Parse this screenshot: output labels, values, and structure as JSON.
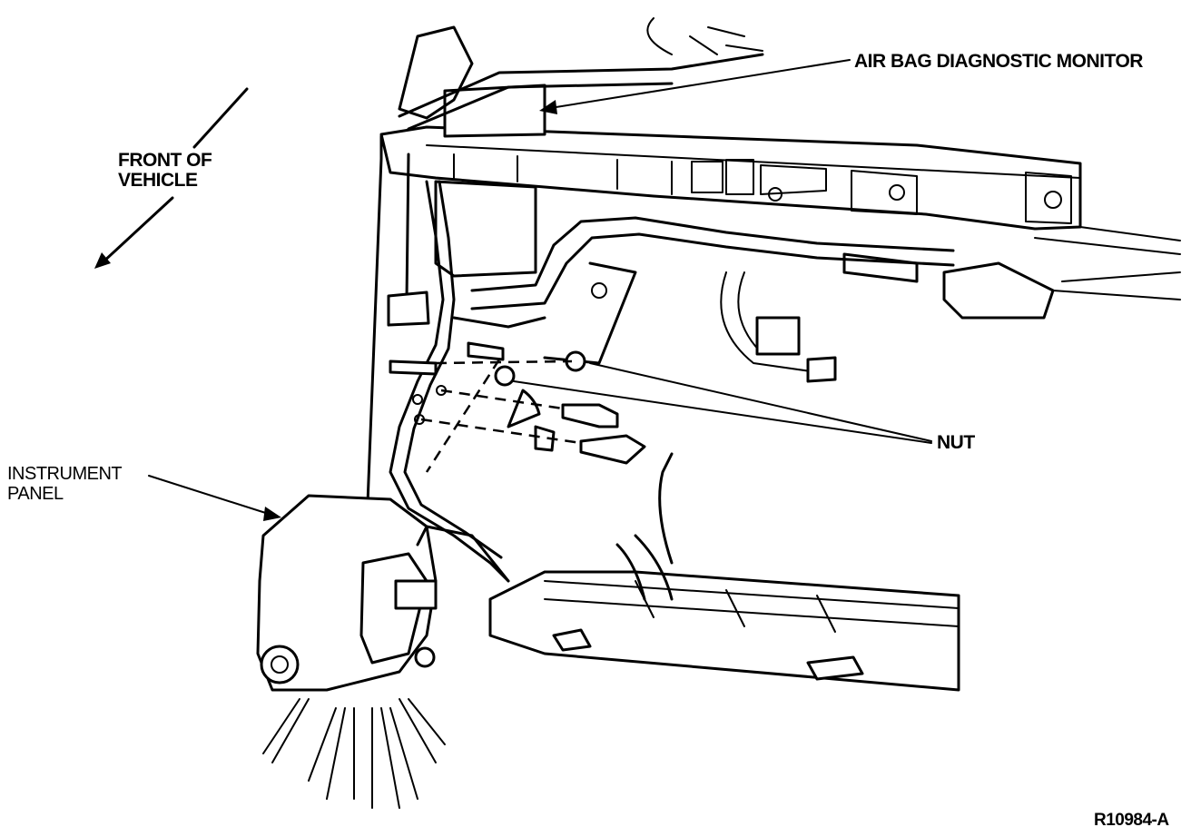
{
  "labels": {
    "air_bag_diagnostic_monitor": "AIR BAG DIAGNOSTIC MONITOR",
    "front_of_vehicle_line1": "FRONT OF",
    "front_of_vehicle_line2": "VEHICLE",
    "instrument_panel_line1": "INSTRUMENT",
    "instrument_panel_line2": "PANEL",
    "nut": "NUT",
    "figure_reference": "R10984-A"
  }
}
